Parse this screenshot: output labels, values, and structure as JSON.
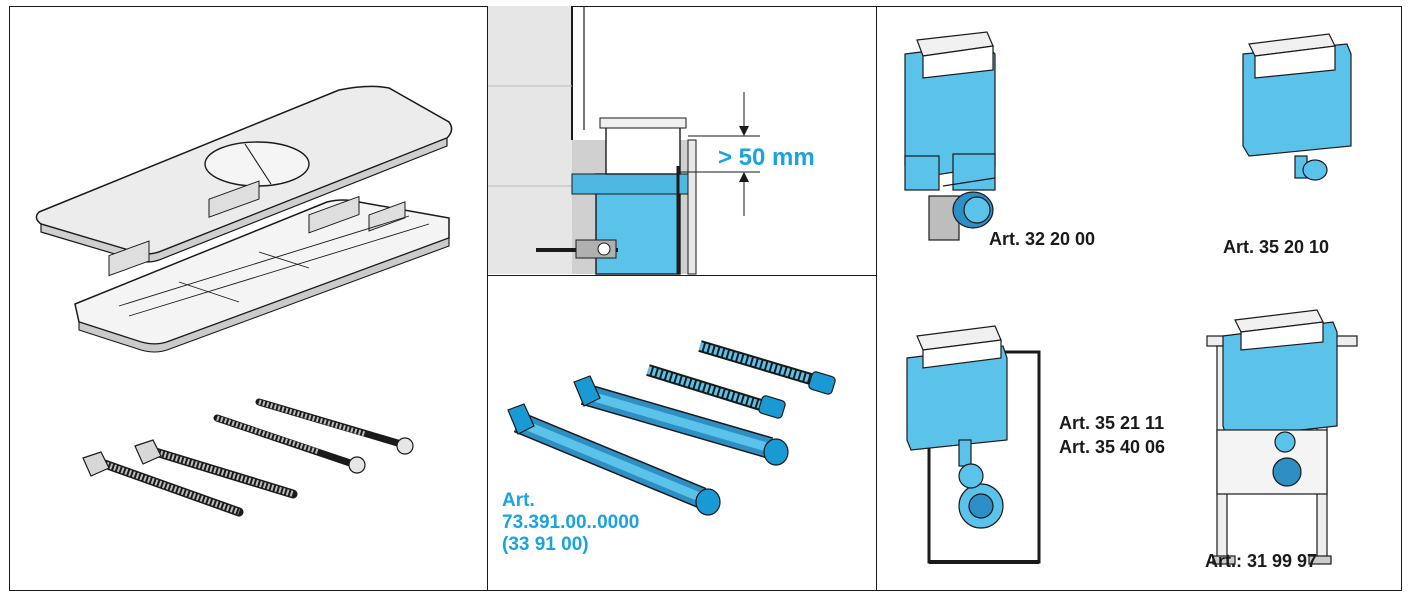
{
  "colors": {
    "accent_blue": "#1aa3de",
    "part_blue": "#5bc3ea",
    "part_blue_dark": "#2e8fc4",
    "outline": "#1a1a1a",
    "light_gray": "#e8e8e8",
    "mid_gray": "#bdbdbd"
  },
  "icons": [
    "flush-plate-icon",
    "wall-screw-icon",
    "wall-section-icon",
    "spacer-bolt-icon",
    "cistern-icon",
    "cistern-frame-icon"
  ],
  "panels": {
    "installation_detail": {
      "dimension_label": "> 50 mm"
    },
    "extension_kit": {
      "label_line1": "Art.",
      "label_line2": "73.391.00..0000",
      "label_line3": "(33 91 00)"
    },
    "cisterns": {
      "item1": "Art. 32 20 00",
      "item2": "Art. 35 20 10",
      "item3_line1": "Art. 35 21 11",
      "item3_line2": "Art. 35 40 06",
      "item4": "Art.: 31 99 97"
    }
  }
}
